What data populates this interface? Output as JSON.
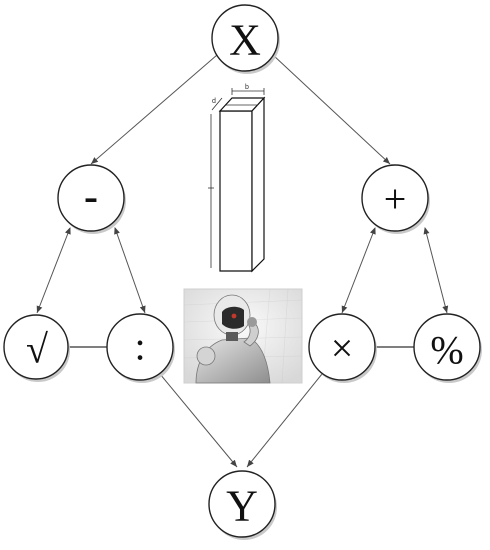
{
  "nodes": {
    "x": {
      "label": "X"
    },
    "minus": {
      "label": "-"
    },
    "plus": {
      "label": "+"
    },
    "sqrt": {
      "label": "√"
    },
    "divide": {
      "label": ":"
    },
    "times": {
      "label": "×"
    },
    "percent": {
      "label": "%"
    },
    "y": {
      "label": "Y"
    }
  },
  "pillar": {
    "dim_top": "b",
    "dim_side": "d"
  },
  "image": {
    "name": "robot-thinking-photo"
  }
}
